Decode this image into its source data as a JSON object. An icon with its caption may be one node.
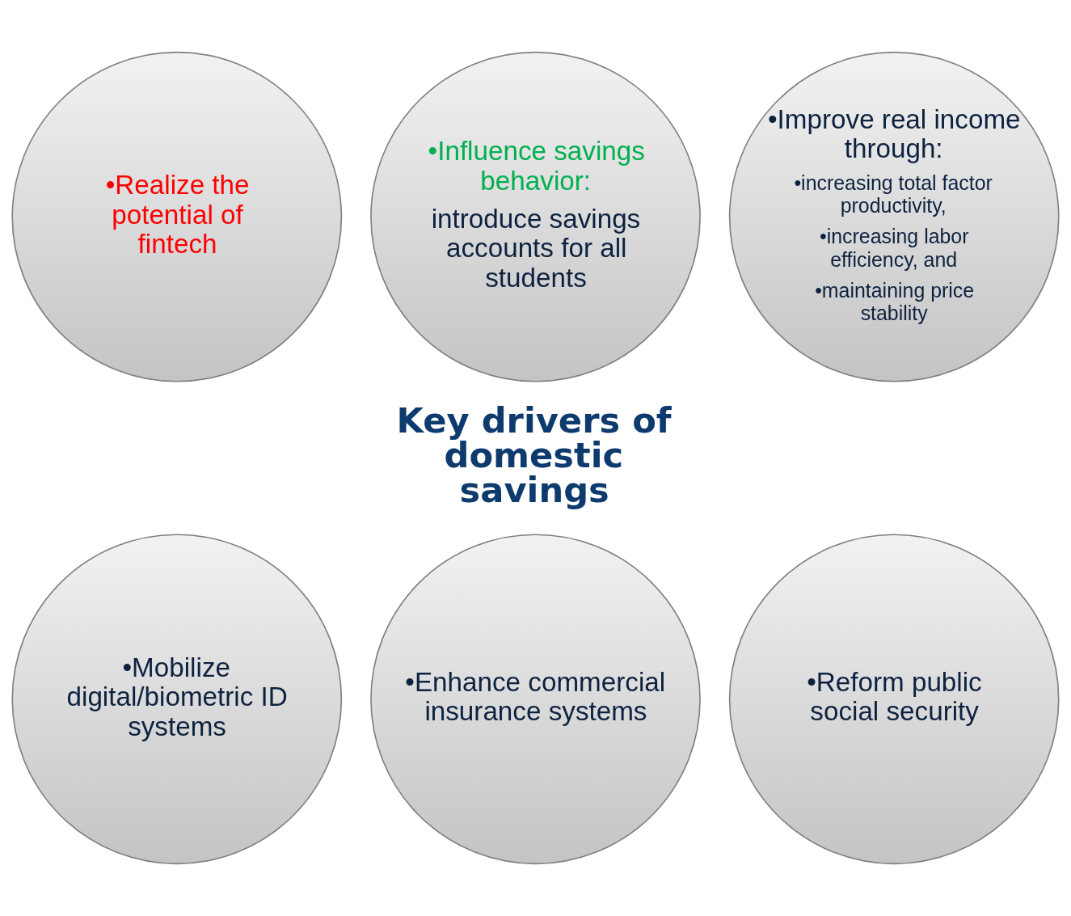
{
  "diagram": {
    "nodes": [
      {
        "text": [
          "•Realize the potential of fintech"
        ]
      },
      {
        "text": [
          "•Influence savings behavior:",
          "introduce savings accounts for all students"
        ]
      },
      {
        "text": [
          "•Improve real income through:",
          "•increasing total factor productivity,",
          "•increasing labor efficiency, and",
          "•maintaining price stability"
        ]
      },
      {
        "text": [
          "•Mobilize digital/biometric ID systems"
        ]
      },
      {
        "text": [
          "•Enhance commercial insurance systems"
        ]
      },
      {
        "text": [
          "•Reform public social security"
        ]
      }
    ],
    "labels": [
      "Key drivers of domestic savings"
    ]
  }
}
